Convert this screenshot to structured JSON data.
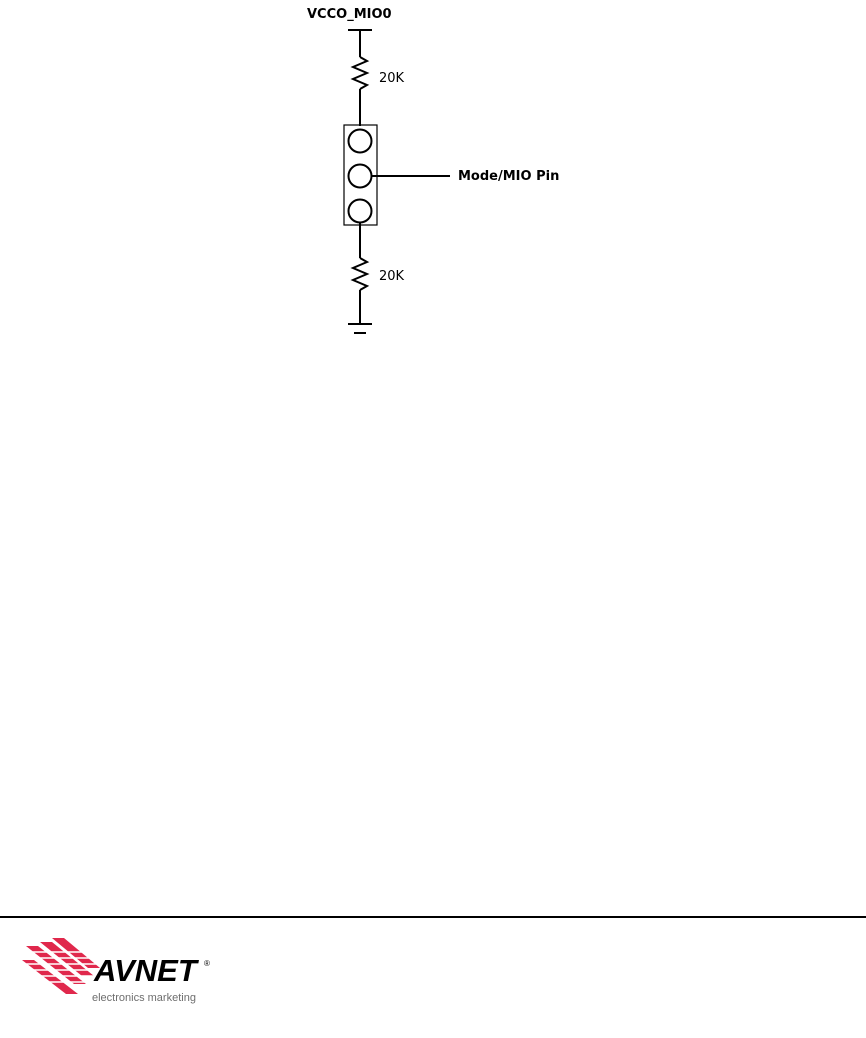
{
  "schematic": {
    "supply_label": "VCCO_MIO0",
    "resistor_top_value": "20K",
    "resistor_bottom_value": "20K",
    "signal_label": "Mode/MIO Pin"
  },
  "footer": {
    "logo": {
      "brand": "AVNET",
      "registered_mark": "®",
      "tagline": "electronics marketing",
      "colors": {
        "wordmark": "#000000",
        "stripes": "#e0284c",
        "tagline": "#6e6e6e"
      }
    }
  }
}
